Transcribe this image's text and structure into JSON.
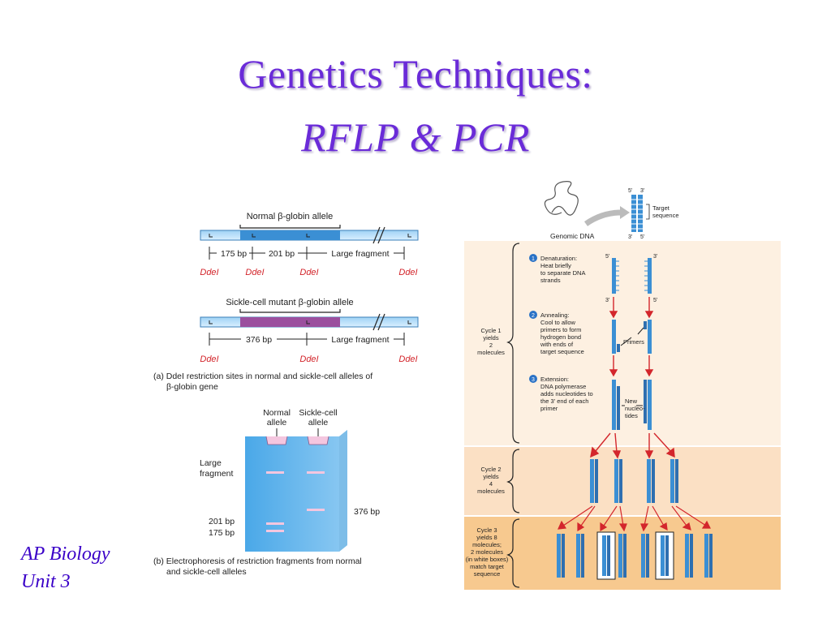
{
  "slide": {
    "title_line1": "Genetics Techniques:",
    "title_line2": "RFLP & PCR",
    "footer_line1": "AP Biology",
    "footer_line2": "Unit 3"
  },
  "rflp": {
    "normal_allele_label": "Normal β-globin allele",
    "normal_fragments": [
      "175 bp",
      "201 bp",
      "Large fragment"
    ],
    "normal_sites": [
      "DdeI",
      "DdeI",
      "DdeI",
      "DdeI"
    ],
    "sickle_allele_label": "Sickle-cell mutant β-globin allele",
    "sickle_fragments": [
      "376 bp",
      "Large fragment"
    ],
    "sickle_sites": [
      "DdeI",
      "DdeI",
      "DdeI"
    ],
    "caption_a_1": "(a) DdeI restriction sites in normal and sickle-cell alleles of",
    "caption_a_2": "β-globin gene",
    "gel_normal_1": "Normal",
    "gel_normal_2": "allele",
    "gel_sickle_1": "Sickle-cell",
    "gel_sickle_2": "allele",
    "gel_large_1": "Large",
    "gel_large_2": "fragment",
    "gel_201": "201 bp",
    "gel_175": "175 bp",
    "gel_376": "376 bp",
    "caption_b_1": "(b) Electrophoresis of restriction fragments from normal",
    "caption_b_2": "and sickle-cell alleles"
  },
  "pcr": {
    "genomic_dna": "Genomic DNA",
    "target_1": "Target",
    "target_2": "sequence",
    "five_prime": "5'",
    "three_prime": "3'",
    "step1_num": "1",
    "step1": [
      "Denaturation:",
      "Heat briefly",
      "to separate DNA",
      "strands"
    ],
    "step2_num": "2",
    "step2": [
      "Annealing:",
      "Cool to allow",
      "primers to form",
      "hydrogen bond",
      "with ends of",
      "target sequence"
    ],
    "step3_num": "3",
    "step3": [
      "Extension:",
      "DNA polymerase",
      "adds nucleotides to",
      "the 3' end of each",
      "primer"
    ],
    "primers": "Primers",
    "new_nuc": [
      "New",
      "nucleo-",
      "tides"
    ],
    "cycle1": [
      "Cycle 1",
      "yields",
      "2",
      "molecules"
    ],
    "cycle2": [
      "Cycle 2",
      "yields",
      "4",
      "molecules"
    ],
    "cycle3": [
      "Cycle 3",
      "yields 8",
      "molecules;",
      "2 molecules",
      "(in white boxes)",
      "match target",
      "sequence"
    ]
  },
  "colors": {
    "title": "#6a2bd8",
    "footer": "#3a00c8",
    "dna_blue": "#3b8fd4",
    "sickle_purple": "#9b4f9e",
    "ddei_red": "#d3262c",
    "gel_blue": "#5ab0e8",
    "band_pink": "#f4c6df",
    "pcr_bg1": "#fdf0e1",
    "pcr_bg2": "#fbe0c4",
    "pcr_bg3": "#f7c98f"
  },
  "icons": [
    "dna-double-helix-icon",
    "genomic-dna-squiggle-icon",
    "red-arrow-icon"
  ]
}
